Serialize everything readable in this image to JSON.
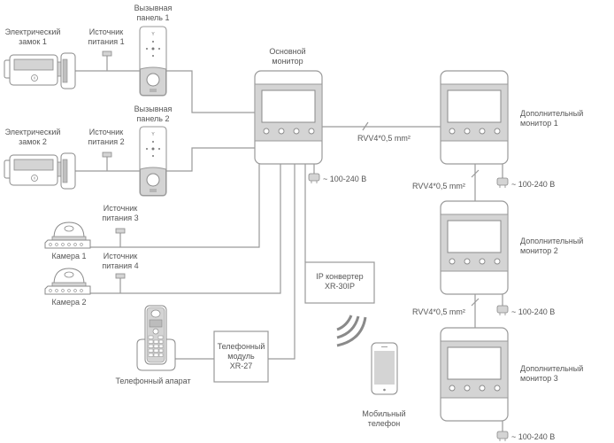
{
  "diagram": {
    "title": "Схема подключения домофона",
    "colors": {
      "line": "#9a9a9a",
      "device_fill": "#d4d4d4",
      "text": "#555555",
      "background": "#ffffff"
    },
    "nodes": {
      "lock1": {
        "label_line1": "Электрический",
        "label_line2": "замок 1",
        "icon": "electric-lock-icon"
      },
      "lock2": {
        "label_line1": "Электрический",
        "label_line2": "замок 2",
        "icon": "electric-lock-icon"
      },
      "psu1": {
        "label_line1": "Источник",
        "label_line2": "питания 1",
        "icon": "power-supply-icon"
      },
      "psu2": {
        "label_line1": "Источник",
        "label_line2": "питания 2",
        "icon": "power-supply-icon"
      },
      "psu3": {
        "label_line1": "Источник",
        "label_line2": "питания 3",
        "icon": "power-supply-icon"
      },
      "psu4": {
        "label_line1": "Источник",
        "label_line2": "питания 4",
        "icon": "power-supply-icon"
      },
      "panel1": {
        "label_line1": "Вызывная",
        "label_line2": "панель 1",
        "icon": "call-panel-icon"
      },
      "panel2": {
        "label_line1": "Вызывная",
        "label_line2": "панель 2",
        "icon": "call-panel-icon"
      },
      "camera1": {
        "label": "Камера 1",
        "icon": "dome-camera-icon"
      },
      "camera2": {
        "label": "Камера 2",
        "icon": "dome-camera-icon"
      },
      "main_monitor": {
        "label_line1": "Основной",
        "label_line2": "монитор",
        "icon": "monitor-icon"
      },
      "monitor1": {
        "label_line1": "Дополнительный",
        "label_line2": "монитор 1",
        "icon": "monitor-icon"
      },
      "monitor2": {
        "label_line1": "Дополнительный",
        "label_line2": "монитор 2",
        "icon": "monitor-icon"
      },
      "monitor3": {
        "label_line1": "Дополнительный",
        "label_line2": "монитор 3",
        "icon": "monitor-icon"
      },
      "ip_converter": {
        "label_line1": "IP конвертер",
        "label_line2": "XR-30IP"
      },
      "phone_module": {
        "label_line1": "Телефонный",
        "label_line2": "модуль",
        "label_line3": "XR-27"
      },
      "desk_phone": {
        "label": "Телефонный апарат",
        "icon": "cordless-phone-icon"
      },
      "mobile": {
        "label_line1": "Мобильный",
        "label_line2": "телефон",
        "icon": "smartphone-icon"
      },
      "wifi": {
        "icon": "wireless-signal-icon"
      }
    },
    "cable_labels": {
      "main_to_m1": "RVV4*0,5 mm²",
      "m1_to_m2": "RVV4*0,5 mm²",
      "m2_to_m3": "RVV4*0,5 mm²"
    },
    "power_labels": {
      "main": "~ 100-240 В",
      "m1": "~ 100-240 В",
      "m2": "~ 100-240 В",
      "m3": "~ 100-240 В"
    }
  }
}
